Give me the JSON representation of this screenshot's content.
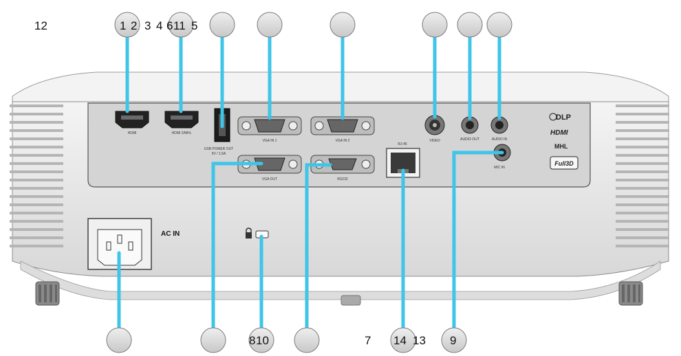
{
  "callout_numbers": {
    "n12": "12",
    "n1": "1",
    "n2": "2",
    "n3": "3",
    "n4": "4",
    "n6": "6",
    "n11": "11",
    "n5": "5",
    "n8": "8",
    "n10": "10",
    "n7": "7",
    "n14": "14",
    "n13": "13",
    "n9": "9"
  },
  "port_labels": {
    "hdmi": "HDMI",
    "hdmi_mhl": "HDMI 2/MHL",
    "usb_power": "USB POWER OUT",
    "usb_power_sub": "5V / 1.5A",
    "vga_in_1": "VGA IN 1",
    "vga_in_2": "VGA IN 2",
    "vga_out": "VGA OUT",
    "rs232": "RS232",
    "rj45": "RJ-45",
    "video": "VIDEO",
    "audio_out": "AUDIO OUT",
    "audio_in": "AUDIO IN",
    "mic_in": "MIC IN",
    "ac_in": "AC IN"
  },
  "logos": {
    "dlp": "DLP",
    "hdmi": "HDMI",
    "mhl": "MHL",
    "full3d": "Full3D"
  },
  "colors": {
    "callout_line": "#3ec5e8",
    "callout_circle_fill": "#d9d9d9",
    "callout_circle_stroke": "#7a7a7a",
    "housing": "#e9e9e9",
    "panel": "#d7d7d7"
  }
}
